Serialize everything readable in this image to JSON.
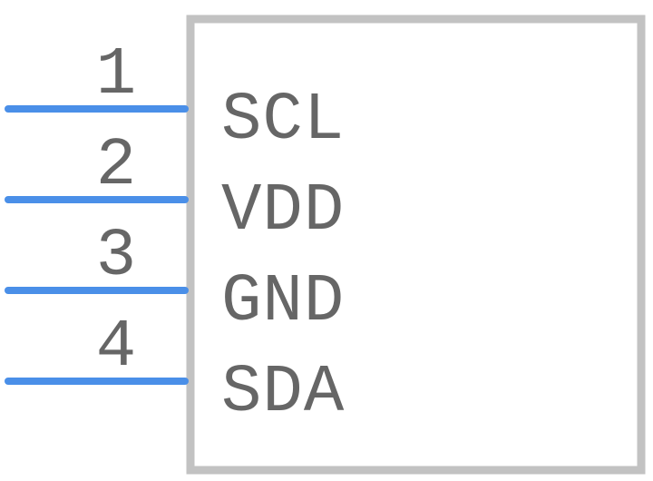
{
  "component": {
    "pins": [
      {
        "number": "1",
        "label": "SCL"
      },
      {
        "number": "2",
        "label": "VDD"
      },
      {
        "number": "3",
        "label": "GND"
      },
      {
        "number": "4",
        "label": "SDA"
      }
    ]
  },
  "colors": {
    "body_outline": "#c2c2c2",
    "pin_line": "#4a8fe8",
    "text": "#666666",
    "background": "#ffffff"
  }
}
